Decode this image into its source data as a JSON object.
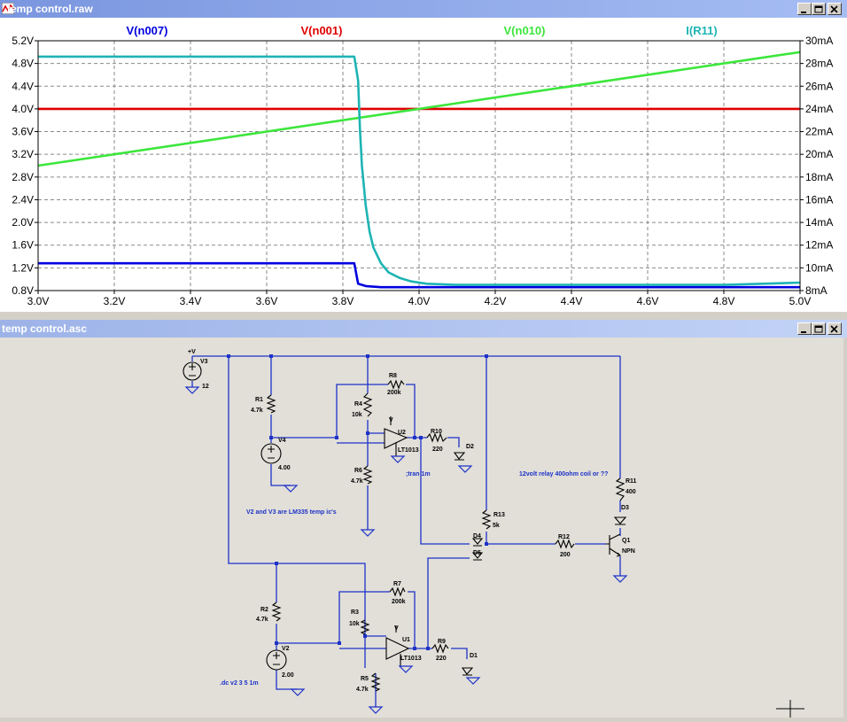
{
  "plot_window": {
    "title": "temp control.raw"
  },
  "schematic_window": {
    "title": "temp control.asc"
  },
  "colors": {
    "V(n007)": "#0000e0",
    "V(n001)": "#e00000",
    "V(n010)": "#3ce63c",
    "I(R11)": "#1eb4b4",
    "wire": "#1e32c8",
    "component": "#8c1414"
  },
  "chart_data": {
    "type": "line",
    "title": "",
    "xlabel": "",
    "x_ticks": [
      "3.0V",
      "3.2V",
      "3.4V",
      "3.6V",
      "3.8V",
      "4.0V",
      "4.2V",
      "4.4V",
      "4.6V",
      "4.8V",
      "5.0V"
    ],
    "y_left_ticks": [
      "5.2V",
      "4.8V",
      "4.4V",
      "4.0V",
      "3.6V",
      "3.2V",
      "2.8V",
      "2.4V",
      "2.0V",
      "1.6V",
      "1.2V",
      "0.8V"
    ],
    "y_right_ticks": [
      "30mA",
      "28mA",
      "26mA",
      "24mA",
      "22mA",
      "20mA",
      "18mA",
      "16mA",
      "14mA",
      "12mA",
      "10mA",
      "8mA"
    ],
    "xlim": [
      3.0,
      5.0
    ],
    "ylim_left": [
      0.8,
      5.2
    ],
    "ylim_right": [
      8,
      30
    ],
    "grid": true,
    "series": [
      {
        "name": "V(n007)",
        "axis": "left",
        "x": [
          3.0,
          3.83,
          3.84,
          3.86,
          3.9,
          4.0,
          5.0
        ],
        "y": [
          1.28,
          1.28,
          0.92,
          0.88,
          0.86,
          0.86,
          0.86
        ]
      },
      {
        "name": "V(n001)",
        "axis": "left",
        "x": [
          3.0,
          5.0
        ],
        "y": [
          4.0,
          4.0
        ]
      },
      {
        "name": "V(n010)",
        "axis": "left",
        "x": [
          3.0,
          5.0
        ],
        "y": [
          3.0,
          5.0
        ]
      },
      {
        "name": "I(R11)",
        "axis": "right",
        "x": [
          3.0,
          3.83,
          3.84,
          3.845,
          3.85,
          3.86,
          3.87,
          3.88,
          3.9,
          3.92,
          3.95,
          3.98,
          4.02,
          4.1,
          4.8,
          5.0
        ],
        "y": [
          28.6,
          28.6,
          26.5,
          22,
          19,
          15.5,
          13.2,
          11.8,
          10.4,
          9.6,
          9.1,
          8.8,
          8.6,
          8.5,
          8.5,
          8.7
        ]
      }
    ]
  },
  "schematic": {
    "labels": [
      {
        "id": "v3",
        "text": "V3"
      },
      {
        "id": "v3val",
        "text": "12"
      },
      {
        "id": "plusv",
        "text": "+V"
      },
      {
        "id": "r1",
        "text": "R1"
      },
      {
        "id": "r1val",
        "text": "4.7k"
      },
      {
        "id": "v4",
        "text": "V4"
      },
      {
        "id": "v4val",
        "text": "4.00"
      },
      {
        "id": "r8",
        "text": "R8"
      },
      {
        "id": "r8val",
        "text": "200k"
      },
      {
        "id": "r4",
        "text": "R4"
      },
      {
        "id": "r4val",
        "text": "10k"
      },
      {
        "id": "u2v",
        "text": "V"
      },
      {
        "id": "u2",
        "text": "U2"
      },
      {
        "id": "u2part",
        "text": "LT1013"
      },
      {
        "id": "r10",
        "text": "R10"
      },
      {
        "id": "r10val",
        "text": "220"
      },
      {
        "id": "d2",
        "text": "D2"
      },
      {
        "id": "r6",
        "text": "R6"
      },
      {
        "id": "r6val",
        "text": "4.7k"
      },
      {
        "id": "tran",
        "text": ";tran 1m"
      },
      {
        "id": "note1",
        "text": "V2 and V3 are LM335 temp ic's"
      },
      {
        "id": "note2",
        "text": "12volt relay  400ohm coil or ??"
      },
      {
        "id": "r11",
        "text": "R11"
      },
      {
        "id": "r11val",
        "text": "400"
      },
      {
        "id": "d3",
        "text": "D3"
      },
      {
        "id": "r13",
        "text": "R13"
      },
      {
        "id": "r13val",
        "text": "5k"
      },
      {
        "id": "d4",
        "text": "D4"
      },
      {
        "id": "d5",
        "text": "D5"
      },
      {
        "id": "r12",
        "text": "R12"
      },
      {
        "id": "r12val",
        "text": "200"
      },
      {
        "id": "q1",
        "text": "Q1"
      },
      {
        "id": "q1part",
        "text": "NPN"
      },
      {
        "id": "r2",
        "text": "R2"
      },
      {
        "id": "r2val",
        "text": "4.7k"
      },
      {
        "id": "r7",
        "text": "R7"
      },
      {
        "id": "r7val",
        "text": "200k"
      },
      {
        "id": "r3",
        "text": "R3"
      },
      {
        "id": "r3val",
        "text": "10k"
      },
      {
        "id": "u1v",
        "text": "V"
      },
      {
        "id": "u1",
        "text": "U1"
      },
      {
        "id": "u1part",
        "text": "LT1013"
      },
      {
        "id": "r9",
        "text": "R9"
      },
      {
        "id": "r9val",
        "text": "220"
      },
      {
        "id": "d1",
        "text": "D1"
      },
      {
        "id": "v2",
        "text": "V2"
      },
      {
        "id": "v2val",
        "text": "2.00"
      },
      {
        "id": "dc",
        "text": ".dc v2 3 5 1m"
      },
      {
        "id": "r5",
        "text": "R5"
      },
      {
        "id": "r5val",
        "text": "4.7k"
      }
    ]
  }
}
